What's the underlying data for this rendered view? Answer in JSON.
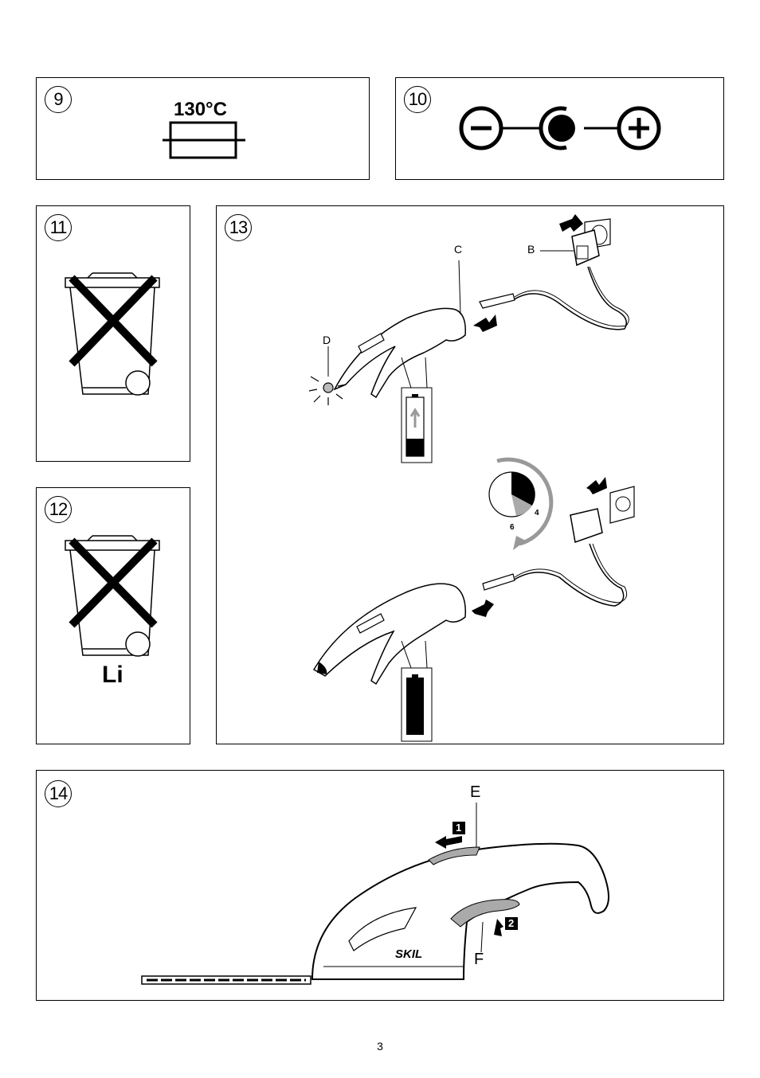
{
  "figures": {
    "fig9": {
      "number": "9",
      "fuse_label": "130°C"
    },
    "fig10": {
      "number": "10",
      "minus_symbol": "minus",
      "plus_symbol": "plus"
    },
    "fig11": {
      "number": "11"
    },
    "fig12": {
      "number": "12",
      "chemistry_label": "Li"
    },
    "fig13": {
      "number": "13",
      "label_b": "B",
      "label_c": "C",
      "label_d": "D",
      "timer_value_4": "4",
      "timer_value_6": "6"
    },
    "fig14": {
      "number": "14",
      "label_e": "E",
      "label_f": "F",
      "step_1": "1",
      "step_2": "2",
      "brand": "SKIL"
    }
  },
  "icons": [
    "fuse-icon",
    "polarity-icon",
    "crossed-bin-icon",
    "charger-plug-icon",
    "battery-charging-icon",
    "battery-full-icon",
    "charge-timer-icon",
    "arrow-icon"
  ],
  "page_number": "3"
}
